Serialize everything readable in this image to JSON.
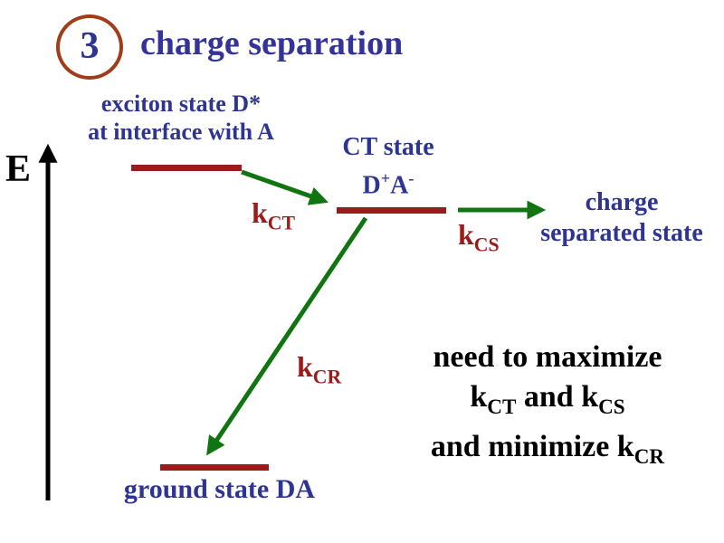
{
  "slide": {
    "step_number": "3",
    "title": "charge separation"
  },
  "energy_axis": {
    "label": "E"
  },
  "states": {
    "exciton": {
      "name_line1": "exciton state D*",
      "name_line2": "at interface with A"
    },
    "ct": {
      "name": "CT state",
      "formula": {
        "d": "D",
        "d_charge": "+",
        "a": "A",
        "a_charge": "-"
      }
    },
    "ground": {
      "name": "ground state DA"
    },
    "charge_separated": {
      "name_line1": "charge",
      "name_line2": "separated state"
    }
  },
  "rate_constants": {
    "kct": {
      "base": "k",
      "sub": "CT"
    },
    "kcs": {
      "base": "k",
      "sub": "CS"
    },
    "kcr": {
      "base": "k",
      "sub": "CR"
    }
  },
  "note": {
    "line1": "need to maximize",
    "line2": {
      "k1": "k",
      "sub1": "CT",
      "mid": " and k",
      "sub2": "CS"
    },
    "line3": {
      "pre": "and minimize k",
      "sub": "CR"
    }
  },
  "colors": {
    "background": "#FFFFFF",
    "title_blue": "#333399",
    "state_blue": "#2E3492",
    "number_blue": "#2E3492",
    "level_dark_red": "#9B1B1B",
    "rate_dark_red": "#9B1B1B",
    "arrow_green": "#107410",
    "circle_brown": "#A03C19",
    "axis_black": "#000000",
    "note_black": "#000000"
  }
}
